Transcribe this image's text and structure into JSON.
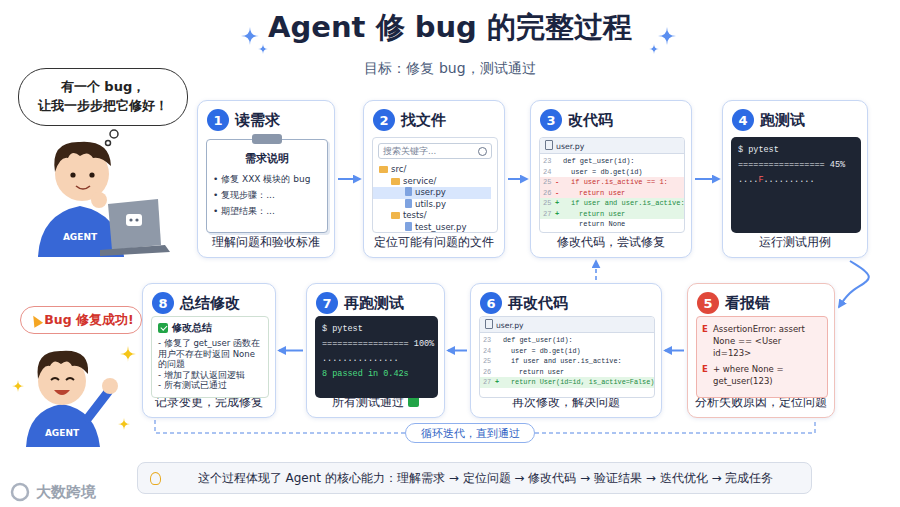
{
  "diagram": {
    "title": "Agent 修 bug 的完整过程",
    "nodes": [
      {
        "text": [
          "有一个 bug， 让我一步步把它修好！"
        ]
      },
      {
        "text": [
          "读需求",
          "理解问题和验收标准"
        ]
      },
      {
        "text": [
          "1"
        ],
        "in": 1
      },
      {
        "text": [
          "需求说明",
          "• 修复 XXX 模块的 bug",
          "• 复现步骤：...",
          "• 期望结果：..."
        ],
        "in": 1
      },
      {
        "text": [
          "找文件",
          "定位可能有问题的文件"
        ]
      },
      {
        "text": [
          "2"
        ],
        "in": 4
      },
      {
        "text": [
          "src/",
          "service/",
          "user.py",
          "utils.py",
          "tests/",
          "test_user.py"
        ],
        "in": 4
      },
      {
        "text": [
          "搜索关键字..."
        ],
        "in": 6
      },
      {
        "text": [
          "改代码",
          "修改代码，尝试修复"
        ]
      },
      {
        "text": [
          "3"
        ],
        "in": 8
      },
      {
        "text": [
          "user.py",
          "23",
          "def get_user(id):",
          "24",
          "user = db.get(id)",
          "25",
          "-",
          "if user.is_active == 1:",
          "26",
          "-",
          "return user",
          "25",
          "+",
          "if user and user.is_active:",
          "27",
          "+",
          "return user",
          "return None"
        ],
        "in": 8
      },
      {
        "text": [
          "跑测试",
          "运行测试用例"
        ]
      },
      {
        "text": [
          "4"
        ],
        "in": 11
      },
      {
        "text": [
          "$ pytest",
          "================= 45%",
          "....",
          "F",
          ".........."
        ],
        "in": 11
      },
      {
        "text": [
          "看报错",
          "分析失败原因，定位问题"
        ]
      },
      {
        "text": [
          "5"
        ],
        "in": 14
      },
      {
        "text": [
          "E",
          "AssertionError: assert None == <User id=123>",
          "E",
          "+ where None = get_user(123)"
        ],
        "in": 14
      },
      {
        "text": [
          "再改代码",
          "再次修改，解决问题"
        ]
      },
      {
        "text": [
          "6"
        ],
        "in": 17
      },
      {
        "text": [
          "user.py",
          "23",
          "def get_user(id):",
          "24",
          "user = db.get(id)",
          "25",
          "if user and user.is_active:",
          "26",
          "return user",
          "27",
          "+",
          "return User(id=id, is_active=False)"
        ],
        "in": 17
      },
      {
        "text": [
          "再跑测试",
          "所有测试通过"
        ]
      },
      {
        "text": [
          "7"
        ],
        "in": 20
      },
      {
        "text": [
          "$ pytest",
          "================= 100%",
          "...............",
          "8 passed in 0.42s"
        ],
        "in": 20
      },
      {
        "text": [
          "总结修改",
          "记录变更，完成修复"
        ]
      },
      {
        "text": [
          "8"
        ],
        "in": 23
      },
      {
        "text": [
          "修改总结",
          "- 修复了 get_user 函数在用户不存在时返回 None 的问题",
          "- 增加了默认返回逻辑",
          "- 所有测试已通过"
        ],
        "in": 23
      },
      {
        "text": [
          "Bug 修复成功!"
        ]
      },
      {
        "text": [
          "循环迭代，直到通过"
        ]
      },
      {
        "text": [
          "这个过程体现了 Agent 的核心能力：理解需求 → 定位问题 → 修改代码 → 验证结果 → 迭代优化 → 完成任务"
        ]
      }
    ],
    "edges": [
      {
        "from": 1,
        "to": 4,
        "arrow": "to"
      },
      {
        "from": 4,
        "to": 8,
        "arrow": "to"
      },
      {
        "from": 8,
        "to": 11,
        "arrow": "to"
      },
      {
        "from": 11,
        "to": 14,
        "arrow": "to"
      },
      {
        "from": 14,
        "to": 17,
        "arrow": "to"
      },
      {
        "from": 17,
        "to": 20,
        "arrow": "to"
      },
      {
        "from": 20,
        "to": 23,
        "arrow": "to"
      },
      {
        "from": 17,
        "to": 8,
        "arrow": "to"
      },
      {
        "from": 27,
        "to": 23,
        "arrow": "none"
      },
      {
        "from": 27,
        "to": 14,
        "arrow": "none"
      }
    ],
    "labels": [
      "目标：修复 bug，测试通过",
      "AGENT",
      "AGENT",
      "大数跨境"
    ]
  }
}
